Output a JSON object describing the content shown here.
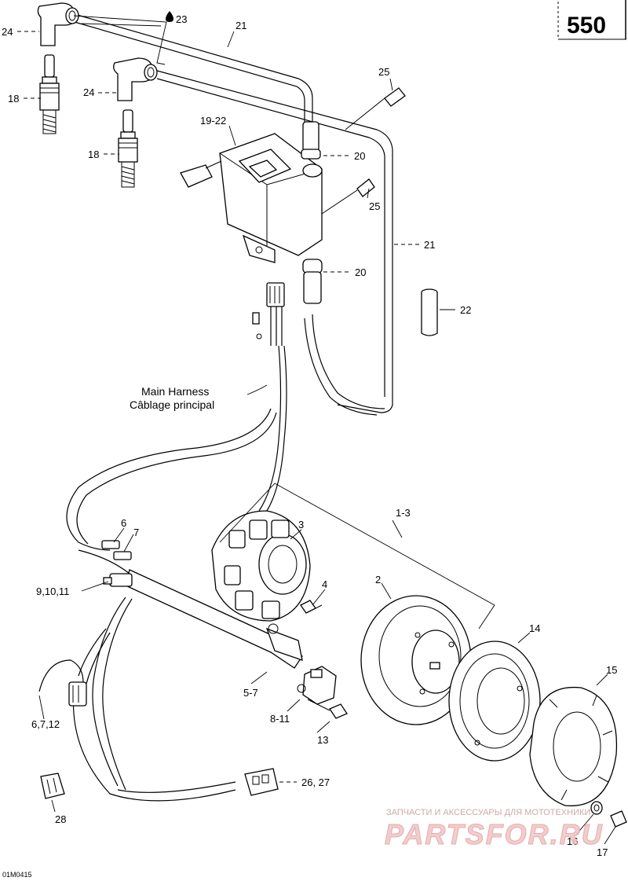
{
  "page_number": "550",
  "drawing_code": "01M0415",
  "harness": {
    "line1": "Main Harness",
    "line2": "Câblage principal"
  },
  "callouts": {
    "c24a": "24",
    "c23": "23",
    "c21a": "21",
    "c18a": "18",
    "c24b": "24",
    "c18b": "18",
    "c25a": "25",
    "c19_22": "19-22",
    "c20a": "20",
    "c25b": "25",
    "c21b": "21",
    "c20b": "20",
    "c22": "22",
    "c1_3": "1-3",
    "c6": "6",
    "c7": "7",
    "c3": "3",
    "c9_10_11": "9,10,11",
    "c2": "2",
    "c4": "4",
    "c14": "14",
    "c15": "15",
    "c5_7": "5-7",
    "c6_7_12": "6,7,12",
    "c8_11": "8-11",
    "c13": "13",
    "c26_27": "26, 27",
    "c28": "28",
    "c16": "16",
    "c17": "17"
  },
  "watermark": {
    "top_text": "ЗАПЧАСТИ И АКСЕССУАРЫ ДЛЯ МОТОТЕХНИКИ",
    "main_text": "PARTSFOR.RU"
  }
}
